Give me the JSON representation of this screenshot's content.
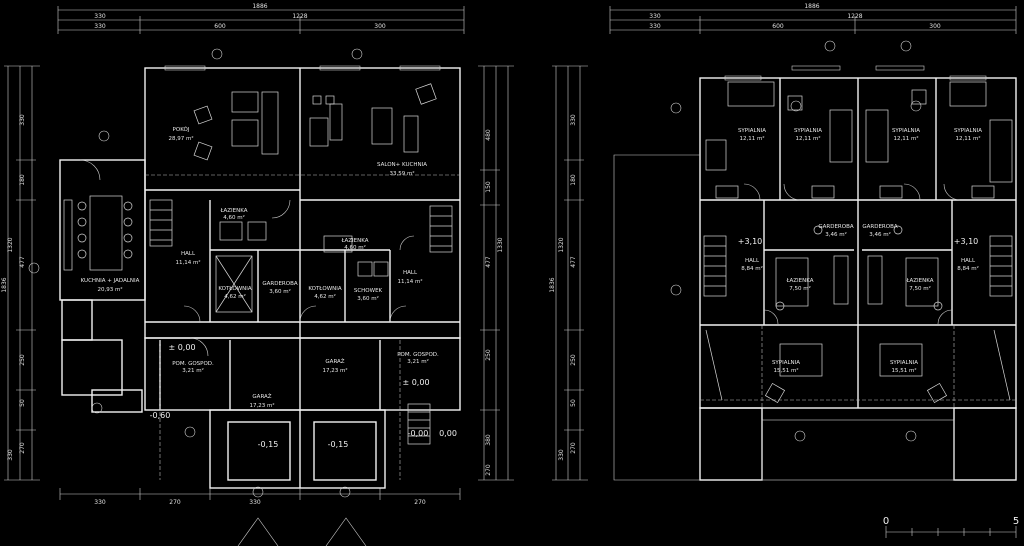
{
  "ground_plan": {
    "dim_top": [
      "1886",
      "330",
      "1228",
      "330",
      "600",
      "300"
    ],
    "dim_bottom": [
      "330",
      "270",
      "330",
      "270"
    ],
    "dim_left": [
      "330",
      "180",
      "477",
      "1320",
      "1836",
      "250",
      "50",
      "270",
      "330"
    ],
    "dim_right": [
      "480",
      "150",
      "1330",
      "477",
      "250",
      "380",
      "270"
    ],
    "rooms": [
      {
        "name": "POKÓJ",
        "area": "28,97 m²"
      },
      {
        "name": "SALON+ KUCHNIA",
        "area": "33,59 m²"
      },
      {
        "name": "KUCHNIA + JADALNIA",
        "area": "20,93 m²"
      },
      {
        "name": "HALL",
        "area": "11,14 m²"
      },
      {
        "name": "HALL",
        "area": "11,14 m²"
      },
      {
        "name": "ŁAZIENKA",
        "area": "4,60 m²"
      },
      {
        "name": "ŁAZIENKA",
        "area": "4,60 m²"
      },
      {
        "name": "KOTŁOWNIA",
        "area": "4,62 m²"
      },
      {
        "name": "GARDEROBA",
        "area": "3,60 m²"
      },
      {
        "name": "KOTŁOWNIA",
        "area": "4,62 m²"
      },
      {
        "name": "SCHOWEK",
        "area": "3,60 m²"
      },
      {
        "name": "GARAŻ",
        "area": "17,23 m²"
      },
      {
        "name": "GARAŻ",
        "area": "17,23 m²"
      },
      {
        "name": "POM. GOSPOD.",
        "area": "3,21 m²"
      },
      {
        "name": "POM. GOSPOD.",
        "area": "3,21 m²"
      }
    ],
    "levels": [
      "± 0,00",
      "± 0,00",
      "-0,60",
      "-0,15",
      "-0,15",
      "-0,00",
      "0,00"
    ]
  },
  "upper_plan": {
    "dim_top": [
      "1886",
      "330",
      "1228",
      "330",
      "600",
      "300"
    ],
    "dim_left": [
      "330",
      "180",
      "477",
      "1320",
      "1836",
      "250",
      "50",
      "270",
      "330"
    ],
    "rooms": [
      {
        "name": "SYPIALNIA",
        "area": "12,11 m²"
      },
      {
        "name": "SYPIALNIA",
        "area": "12,11 m²"
      },
      {
        "name": "SYPIALNIA",
        "area": "12,11 m²"
      },
      {
        "name": "SYPIALNIA",
        "area": "12,11 m²"
      },
      {
        "name": "GARDEROBA",
        "area": "3,46 m²"
      },
      {
        "name": "GARDEROBA",
        "area": "3,46 m²"
      },
      {
        "name": "HALL",
        "area": "8,84 m²"
      },
      {
        "name": "HALL",
        "area": "8,84 m²"
      },
      {
        "name": "ŁAZIENKA",
        "area": "7,50 m²"
      },
      {
        "name": "ŁAZIENKA",
        "area": "7,50 m²"
      },
      {
        "name": "SYPIALNIA",
        "area": "15,51 m²"
      },
      {
        "name": "SYPIALNIA",
        "area": "15,51 m²"
      }
    ],
    "levels": [
      "+3,10",
      "+3,10"
    ]
  },
  "scale_bar": {
    "labels": [
      "0",
      "5"
    ]
  },
  "colors": {
    "background": "#000000",
    "lines": "#f2f2f2"
  }
}
